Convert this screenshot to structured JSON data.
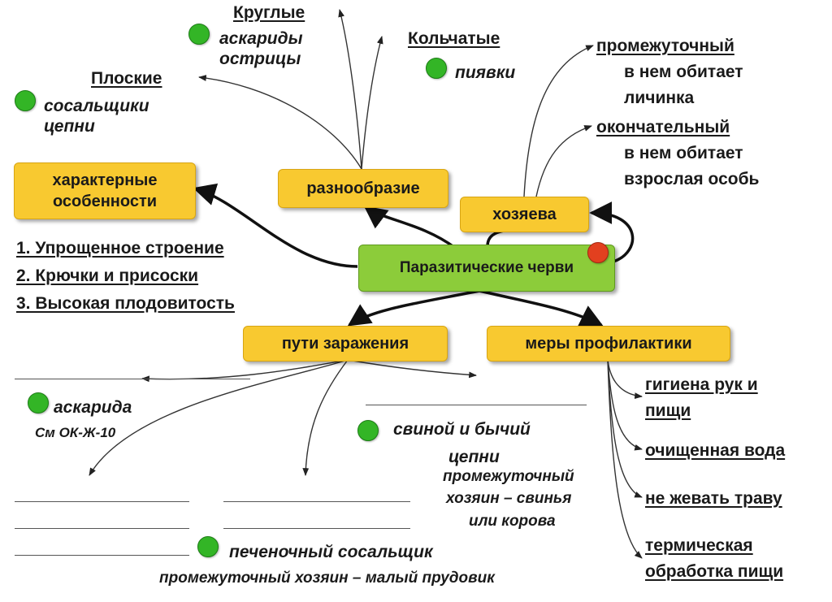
{
  "center": {
    "label": "Паразитические черви"
  },
  "nodes": {
    "features": {
      "line1": "характерные",
      "line2": "особенности"
    },
    "diversity": {
      "label": "разнообразие"
    },
    "hosts": {
      "label": "хозяева"
    },
    "infection": {
      "label": "пути заражения"
    },
    "prevention": {
      "label": "меры профилактики"
    }
  },
  "diversity_groups": {
    "round": {
      "title": "Круглые",
      "line1": "аскариды",
      "line2": "острицы"
    },
    "annelid": {
      "title": "Кольчатые",
      "line1": "пиявки"
    },
    "flat": {
      "title": "Плоские",
      "line1": "сосальщики",
      "line2": "цепни"
    }
  },
  "hosts_items": {
    "intermediate": {
      "title": "промежуточный",
      "line1": "в нем обитает",
      "line2": "личинка"
    },
    "final": {
      "title": "окончательный",
      "line1": "в нем обитает",
      "line2": "взрослая особь"
    }
  },
  "features_list": [
    "1. Упрощенное строение",
    "2. Крючки и присоски",
    "3. Высокая плодовитость"
  ],
  "infection_items": {
    "ascarid": {
      "title": "аскарида",
      "ref": "См ОК-Ж-10"
    },
    "tapeworm": {
      "title": "свиной и бычий",
      "line1": "цепни",
      "line2": "промежуточный",
      "line3": "хозяин – свинья",
      "line4": "или корова"
    },
    "fluke": {
      "title": "печеночный сосальщик",
      "line1": "промежуточный хозяин – малый прудовик"
    }
  },
  "prevention_items": [
    {
      "line1": "гигиена рук и",
      "line2": "пищи"
    },
    {
      "line1": "очищенная вода"
    },
    {
      "line1": "не жевать траву"
    },
    {
      "line1": "термическая",
      "line2": "обработка пищи"
    }
  ],
  "colors": {
    "yellow_box": "#f8c930",
    "green_box": "#8ccc3a",
    "green_dot": "#33b526",
    "red_dot": "#e2401f"
  }
}
